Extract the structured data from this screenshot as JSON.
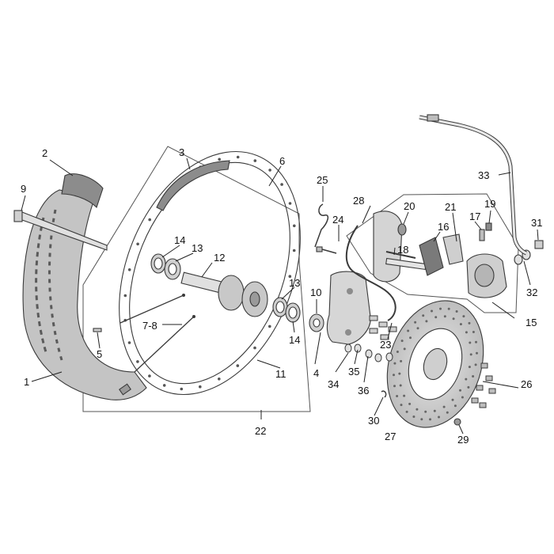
{
  "palette": {
    "part_fill": "#d9d9d9",
    "part_dark": "#8c8c8c",
    "line": "#3a3a3a",
    "text": "#111111"
  },
  "callouts": {
    "c1": "1",
    "c2": "2",
    "c3": "3",
    "c4": "4",
    "c5": "5",
    "c6": "6",
    "c78": "7-8",
    "c9": "9",
    "c10": "10",
    "c11": "11",
    "c12": "12",
    "c13a": "13",
    "c13b": "13",
    "c14a": "14",
    "c14b": "14",
    "c15": "15",
    "c16": "16",
    "c17": "17",
    "c18": "18",
    "c19": "19",
    "c20": "20",
    "c21": "21",
    "c22": "22",
    "c23": "23",
    "c24": "24",
    "c25": "25",
    "c26": "26",
    "c27": "27",
    "c28": "28",
    "c29": "29",
    "c30": "30",
    "c31": "31",
    "c32": "32",
    "c33": "33",
    "c34": "34",
    "c35": "35",
    "c36": "36"
  }
}
